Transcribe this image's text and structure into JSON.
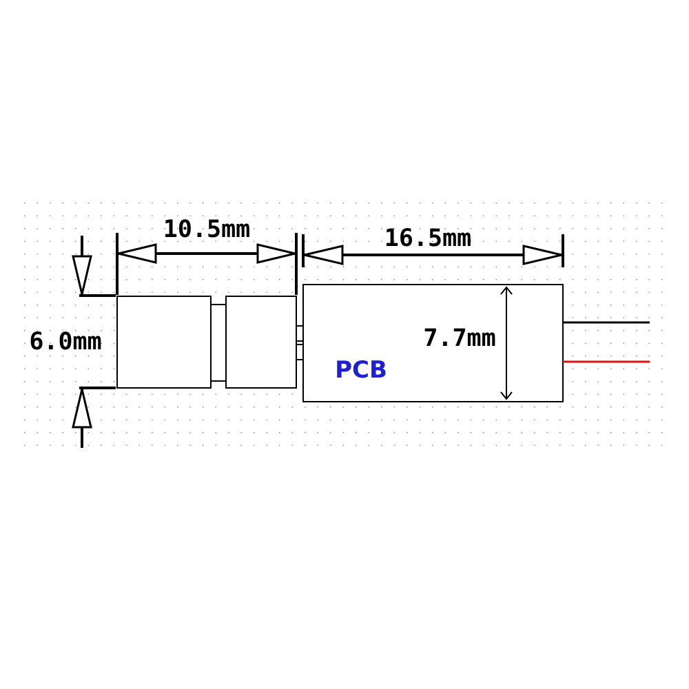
{
  "labels": {
    "width_a": "10.5mm",
    "width_b": "16.5mm",
    "height_left": "6.0mm",
    "height_pcb": "7.7mm",
    "pcb": "PCB"
  },
  "colors": {
    "line": "#000000",
    "grid_dot": "#9a9a9a",
    "pcb_text": "#1f1fd6",
    "wire_black": "#000000",
    "wire_red": "#e01010"
  }
}
